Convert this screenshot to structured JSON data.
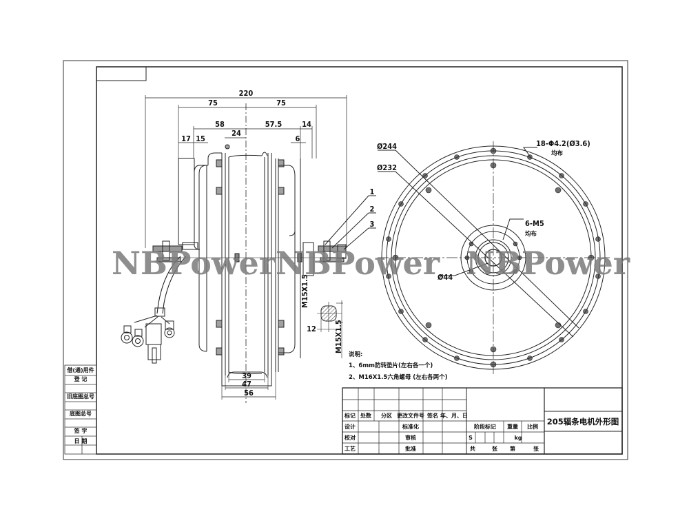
{
  "drawing": {
    "title": "205辐条电机外形图",
    "watermark": [
      "NBPower",
      "NBPower",
      "NBPower"
    ],
    "side_view": {
      "dimensions_top": {
        "overall": "220",
        "left_half": "75",
        "right_half": "75",
        "left_flange": "58",
        "right_flange": "57.5",
        "left_rim": "24",
        "right_axle": "14",
        "axle_left_a": "17",
        "axle_left_b": "15",
        "right_small": "6"
      },
      "dimensions_bottom": [
        "39",
        "47",
        "56"
      ],
      "axle_thread": "M15X1.5",
      "section_width": "12",
      "section_thread": "M15X1.5",
      "callouts": [
        "1",
        "2",
        "3"
      ]
    },
    "front_view": {
      "outer_dia": "Ø244",
      "inner_dia": "Ø232",
      "spoke_holes": "18-Φ4.2(Ø3.6)",
      "spoke_holes_note": "均布",
      "hub_bolts": "6-M5",
      "hub_bolts_note": "均布",
      "shaft_dia": "Ø44"
    },
    "notes": {
      "heading": "说明:",
      "items": [
        "1、6mm防转垫片(左右各一个)",
        "2、M16X1.5六角螺母 (左右各两个)"
      ]
    },
    "title_block": {
      "change_headers": [
        "标记",
        "处数",
        "分区",
        "更改文件号",
        "签名",
        "年、月、日"
      ],
      "rows": [
        [
          "设计",
          "",
          "",
          "标准化",
          "",
          ""
        ],
        [
          "校对",
          "",
          "",
          "审核",
          "",
          ""
        ],
        [
          "工艺",
          "",
          "",
          "批准",
          "",
          ""
        ]
      ],
      "stage_label": "阶段标记",
      "weight_label": "重量",
      "scale_label": "比例",
      "stage_value": "S",
      "weight_unit": "kg",
      "sheet_row": [
        "共",
        "张",
        "第",
        "张"
      ]
    },
    "side_block": [
      "借(通)用件登记",
      "旧底图总号",
      "底图总号",
      "签 字",
      "日 期"
    ]
  }
}
